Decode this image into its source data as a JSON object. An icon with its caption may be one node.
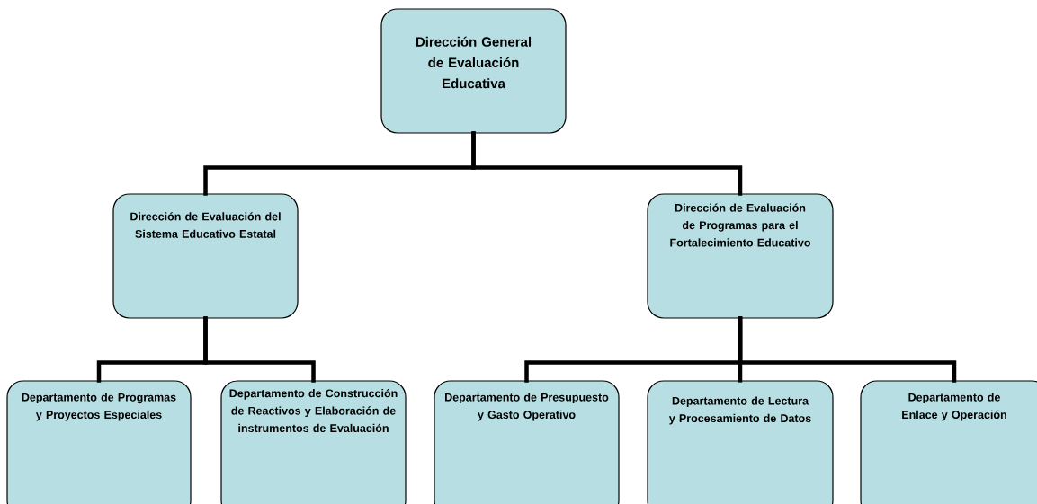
{
  "diagram": {
    "nodes": [
      {
        "text": [
          "Dirección General de Evaluación Educativa"
        ]
      },
      {
        "text": [
          "Dirección de Evaluación del Sistema Educativo Estatal"
        ]
      },
      {
        "text": [
          "Dirección de Evaluación de Programas para el Fortalecimiento Educativo"
        ]
      },
      {
        "text": [
          "Departamento de Programas y Proyectos Especiales"
        ]
      },
      {
        "text": [
          "Departamento de Construcción de Reactivos y Elaboración de instrumentos de Evaluación"
        ]
      },
      {
        "text": [
          "Departamento de Presupuesto y Gasto Operativo"
        ]
      },
      {
        "text": [
          "Departamento de Lectura y Procesamiento de Datos"
        ]
      },
      {
        "text": [
          "Departamento de Enlace y Operación"
        ]
      }
    ],
    "edges": [
      {
        "from": 0,
        "to": 1,
        "arrow": "none"
      },
      {
        "from": 0,
        "to": 2,
        "arrow": "none"
      },
      {
        "from": 1,
        "to": 3,
        "arrow": "none"
      },
      {
        "from": 1,
        "to": 4,
        "arrow": "none"
      },
      {
        "from": 2,
        "to": 5,
        "arrow": "none"
      },
      {
        "from": 2,
        "to": 6,
        "arrow": "none"
      },
      {
        "from": 2,
        "to": 7,
        "arrow": "none"
      }
    ]
  }
}
